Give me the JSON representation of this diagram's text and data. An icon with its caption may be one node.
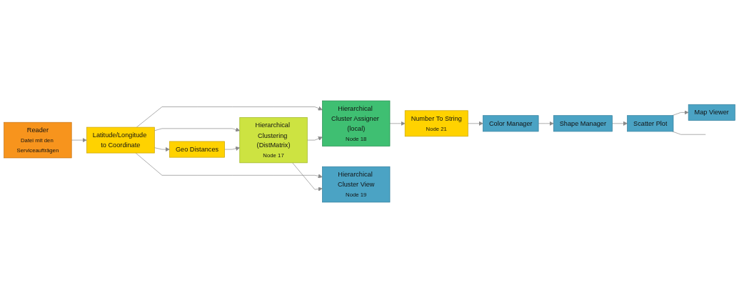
{
  "diagram": {
    "nodes": [
      {
        "text": [
          "Reader",
          "Datei mit den Serviceaufträgen"
        ]
      },
      {
        "text": [
          "Latitude/Longitude to Coordinate"
        ]
      },
      {
        "text": [
          "Geo Distances"
        ]
      },
      {
        "text": [
          "Hierarchical Clustering (DistMatrix)",
          "Node 17"
        ]
      },
      {
        "text": [
          "Hierarchical Cluster Assigner (local)",
          "Node 18"
        ]
      },
      {
        "text": [
          "Number To String",
          "Node 21"
        ]
      },
      {
        "text": [
          "Color Manager"
        ]
      },
      {
        "text": [
          "Shape Manager"
        ]
      },
      {
        "text": [
          "Scatter Plot"
        ]
      },
      {
        "text": [
          "Map Viewer"
        ]
      },
      {
        "text": [
          "Hierarchical Cluster View",
          "Node 19"
        ]
      }
    ],
    "edges": [
      {
        "from": 0,
        "to": 1,
        "arrow": "to"
      },
      {
        "from": 1,
        "to": 2,
        "arrow": "to"
      },
      {
        "from": 1,
        "to": 3,
        "arrow": "to"
      },
      {
        "from": 2,
        "to": 3,
        "arrow": "to"
      },
      {
        "from": 1,
        "to": 4,
        "arrow": "to"
      },
      {
        "from": 3,
        "to": 4,
        "arrow": "to"
      },
      {
        "from": 1,
        "to": 10,
        "arrow": "to"
      },
      {
        "from": 3,
        "to": 10,
        "arrow": "to"
      },
      {
        "from": 4,
        "to": 5,
        "arrow": "to"
      },
      {
        "from": 5,
        "to": 6,
        "arrow": "to"
      },
      {
        "from": 6,
        "to": 7,
        "arrow": "to"
      },
      {
        "from": 7,
        "to": 8,
        "arrow": "to"
      },
      {
        "from": 8,
        "to": 9,
        "arrow": "to"
      },
      {
        "from": 8,
        "to": null,
        "arrow": "none"
      }
    ]
  }
}
